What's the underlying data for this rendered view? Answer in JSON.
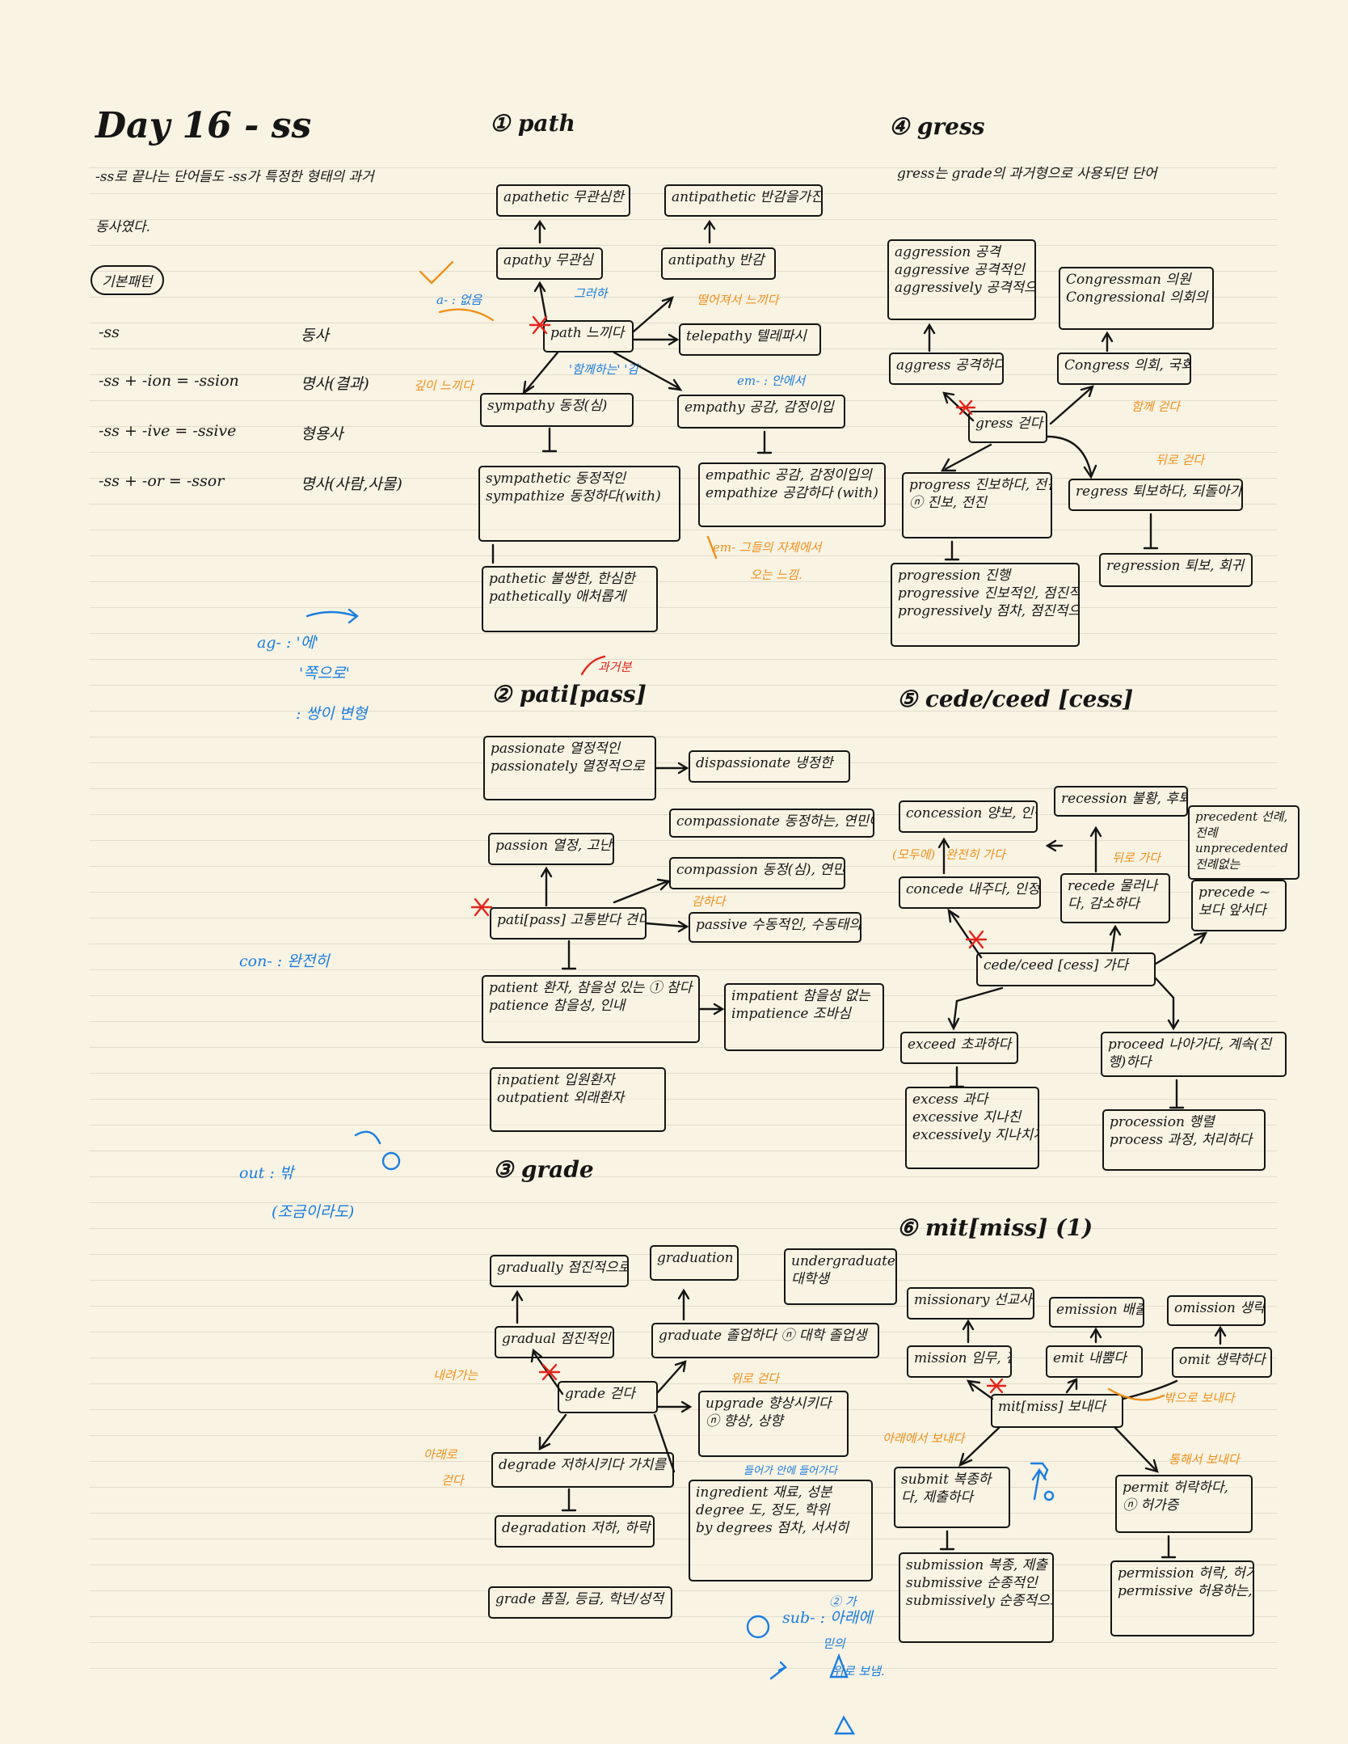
{
  "header": {
    "title": "Day 16 - ss",
    "intro_line1": "-ss로 끝나는 단어들도 -ss가 특정한 형태의 과거",
    "intro_line2": "동사였다."
  },
  "basics": {
    "badge": "기본패턴",
    "rows": [
      {
        "pattern": "-ss",
        "meaning": "동사"
      },
      {
        "pattern": "-ss + -ion = -ssion",
        "meaning": "명사(결과)"
      },
      {
        "pattern": "-ss + -ive = -ssive",
        "meaning": "형용사"
      },
      {
        "pattern": "-ss + -or = -ssor",
        "meaning": "명사(사람,사물)"
      }
    ]
  },
  "side_notes": {
    "ag": "ag- : '에'",
    "ag2": "'쪽으로'",
    "ag3": ": 쌍이 변형",
    "con": "con- : 완전히",
    "out": "out : 밖",
    "out2": "(조금이라도)",
    "sub1": "sub- : 아래에",
    "sub2": "믿의",
    "sub3": "위로 보냄.",
    "sub_num": "② 가"
  },
  "sections": {
    "path": {
      "title": "① path",
      "apathetic": "apathetic 무관심한",
      "antipathetic": "antipathetic 반감을가진",
      "apathy": "apathy 무관심",
      "antipathy": "antipathy 반감",
      "core": "path 느끼다",
      "telepathy": "telepathy 텔레파시",
      "sympathy": "sympathy 동정(심)",
      "empathy": "empathy 공감, 감정이입",
      "sympathetic": "sympathetic 동정적인",
      "sympathize": "sympathize 동정하다(with)",
      "empathic": "empathic 공감, 감정이입의",
      "empathize": "empathize 공감하다 (with)",
      "pathetic": "pathetic 불쌍한, 한심한",
      "pathetically": "pathetically 애처롭게",
      "note_a": "a- : 없음",
      "note_together": "그러하",
      "note_samefeel": "'함께하는' '감'",
      "note_far": "떨어져서 느끼다",
      "note_em": "em- : 안에서",
      "note_deep": "깊이 느끼다",
      "note_emotion1": "em- 그들의 자체에서",
      "note_emotion2": "오는 느낌."
    },
    "pati": {
      "title": "② pati[pass]",
      "title_note": "과거분",
      "passionate": "passionate 열정적인",
      "passionately": "passionately 열정적으로",
      "dispassionate": "dispassionate 냉정한",
      "compassionate": "compassionate 동정하는, 연민어린",
      "passion": "passion 열정, 고난",
      "compassion": "compassion 동정(심), 연민",
      "core": "pati[pass] 고통받다 견디다",
      "passive": "passive 수동적인, 수동태의",
      "patient": "patient 환자, 참을성 있는 ① 참다",
      "patience": "patience 참을성, 인내",
      "impatient": "impatient 참을성 없는",
      "impatience": "impatience 조바심",
      "inpatient": "inpatient 입원환자",
      "outpatient": "outpatient 외래환자",
      "note_suffer": "감하다"
    },
    "grade": {
      "title": "③ grade",
      "gradually": "gradually 점진적으로",
      "graduation": "graduation 졸업",
      "undergraduate": "undergraduate 대학생",
      "gradual": "gradual 점진적인",
      "graduate": "graduate 졸업하다 ⓝ 대학 졸업생",
      "core": "grade 걷다",
      "upgrade": "upgrade 향상시키다",
      "upgrade_n": "ⓝ 향상, 상향",
      "degrade": "degrade 저하시키다 가치를",
      "degradation": "degradation 저하, 하락",
      "ingredient": "ingredient 재료, 성분",
      "degree": "degree 도, 정도, 학위",
      "by_degrees": "by degrees 점차, 서서히",
      "grade_n": "grade 품질, 등급, 학년/성적",
      "note_down": "내려가는",
      "note_down2": "아래로",
      "note_down3": "걷다",
      "note_up": "위로 걷다",
      "note_into": "들어가 안에 들어가다"
    },
    "gress": {
      "title": "④ gress",
      "subtitle": "gress는 grade의 과거형으로 사용되던 단어",
      "aggression": "aggression 공격",
      "aggressive": "aggressive 공격적인",
      "aggressively": "aggressively 공격적으로",
      "congressman": "Congressman 의원",
      "congressional": "Congressional 의회의",
      "aggress": "aggress 공격하다",
      "congress": "Congress 의회, 국회",
      "core": "gress 걷다",
      "progress": "progress 진보하다, 전진하다",
      "progress_n": "ⓝ 진보, 전진",
      "regress": "regress 퇴보하다, 되돌아가다",
      "progression": "progression 진행",
      "progressive": "progressive 진보적인, 점진적인",
      "progressively": "progressively 점차, 점진적으로",
      "regression": "regression 퇴보, 회귀",
      "note_together": "함께 걷다",
      "note_back": "뒤로 걷다"
    },
    "cede": {
      "title": "⑤ cede/ceed [cess]",
      "concession": "concession 양보, 인정",
      "recession": "recession 불황, 후퇴",
      "precedent": "precedent 선례, 전례",
      "unprecedented": "unprecedented 전례없는",
      "concede": "concede 내주다, 인정하다",
      "recede": "recede 물러나다, 감소하다",
      "precede": "precede ~보다 앞서다",
      "core": "cede/ceed [cess] 가다",
      "exceed": "exceed 초과하다",
      "proceed": "proceed 나아가다, 계속(진행)하다",
      "excess": "excess 과다",
      "excessive": "excessive 지나친",
      "excessively": "excessively 지나치게",
      "procession": "procession 행렬",
      "process": "process 과정, 처리하다",
      "note_concede": "(모두에)",
      "note_concede2": "완전히 가다",
      "note_back": "뒤로 가다"
    },
    "mit": {
      "title": "⑥ mit[miss] (1)",
      "missionary": "missionary 선교사",
      "emission": "emission 배출",
      "omission": "omission 생략",
      "mission": "mission 임무, 전도",
      "emit": "emit 내뿜다",
      "omit": "omit 생략하다",
      "core": "mit[miss] 보내다",
      "submit": "submit 복종하다, 제출하다",
      "permit": "permit 허락하다, ⓝ 허가증",
      "submission": "submission 복종, 제출",
      "submissive": "submissive 순종적인",
      "submissively": "submissively 순종적으로",
      "permission": "permission 허락, 허가",
      "permissive": "permissive 허용하는, 관대한",
      "note_out": "밖으로 보내다",
      "note_down": "아래에서 보내다",
      "note_through": "통해서 보내다"
    }
  },
  "colors": {
    "ink": "#161616",
    "orange": "#f0901c",
    "blue": "#1a7ddf",
    "red": "#e3241c",
    "paper": "#f8f3e3"
  }
}
